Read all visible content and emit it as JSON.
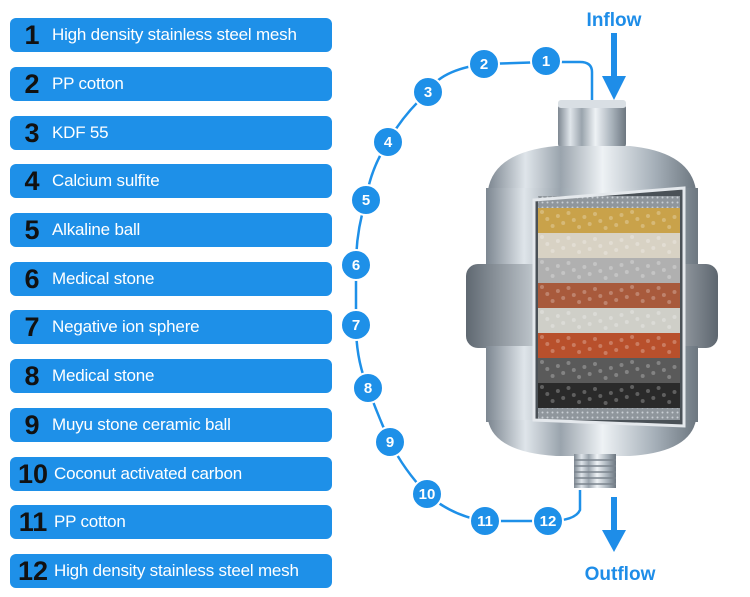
{
  "layers": [
    {
      "num": "1",
      "label": "High density stainless steel mesh"
    },
    {
      "num": "2",
      "label": "PP cotton"
    },
    {
      "num": "3",
      "label": "KDF 55"
    },
    {
      "num": "4",
      "label": "Calcium sulfite"
    },
    {
      "num": "5",
      "label": "Alkaline ball"
    },
    {
      "num": "6",
      "label": "Medical stone"
    },
    {
      "num": "7",
      "label": "Negative ion sphere"
    },
    {
      "num": "8",
      "label": "Medical stone"
    },
    {
      "num": "9",
      "label": "Muyu stone ceramic ball"
    },
    {
      "num": "10",
      "label": "Coconut activated carbon"
    },
    {
      "num": "11",
      "label": "PP cotton"
    },
    {
      "num": "12",
      "label": "High density stainless steel mesh"
    }
  ],
  "flow": {
    "inflow": "Inflow",
    "outflow": "Outflow"
  },
  "nodes": [
    "1",
    "2",
    "3",
    "4",
    "5",
    "6",
    "7",
    "8",
    "9",
    "10",
    "11",
    "12"
  ],
  "colors": {
    "accent": "#1e90e8",
    "number_text": "#111111",
    "label_text": "#ffffff"
  },
  "media_layer_colors": [
    "#c9a24a",
    "#d8d2c4",
    "#b0b0b0",
    "#a85a3c",
    "#cfcfc8",
    "#b8502c",
    "#5a5a5a",
    "#2a2a2a"
  ]
}
